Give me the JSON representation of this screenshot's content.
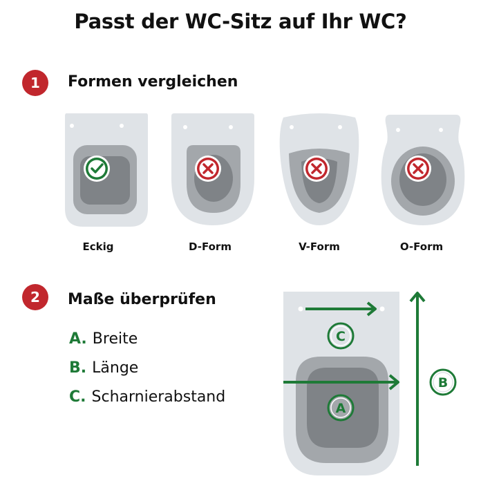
{
  "title": "Passt der WC-Sitz auf Ihr WC?",
  "colors": {
    "step_badge": "#c1272d",
    "accent_green": "#1e7a37",
    "bowl": "#dfe3e7",
    "inner": "#a3a7ab",
    "inner_dark": "#7f8387"
  },
  "step1": {
    "number": "1",
    "title": "Formen vergleichen",
    "shapes": [
      {
        "label": "Eckig",
        "status": "check-icon"
      },
      {
        "label": "D-Form",
        "status": "cross-icon"
      },
      {
        "label": "V-Form",
        "status": "cross-icon"
      },
      {
        "label": "O-Form",
        "status": "cross-icon"
      }
    ]
  },
  "step2": {
    "number": "2",
    "title": "Maße überprüfen",
    "items": [
      {
        "letter": "A.",
        "text": "Breite"
      },
      {
        "letter": "B.",
        "text": "Länge"
      },
      {
        "letter": "C.",
        "text": "Scharnierabstand"
      }
    ],
    "diagram_labels": {
      "a": "A",
      "b": "B",
      "c": "C"
    }
  }
}
